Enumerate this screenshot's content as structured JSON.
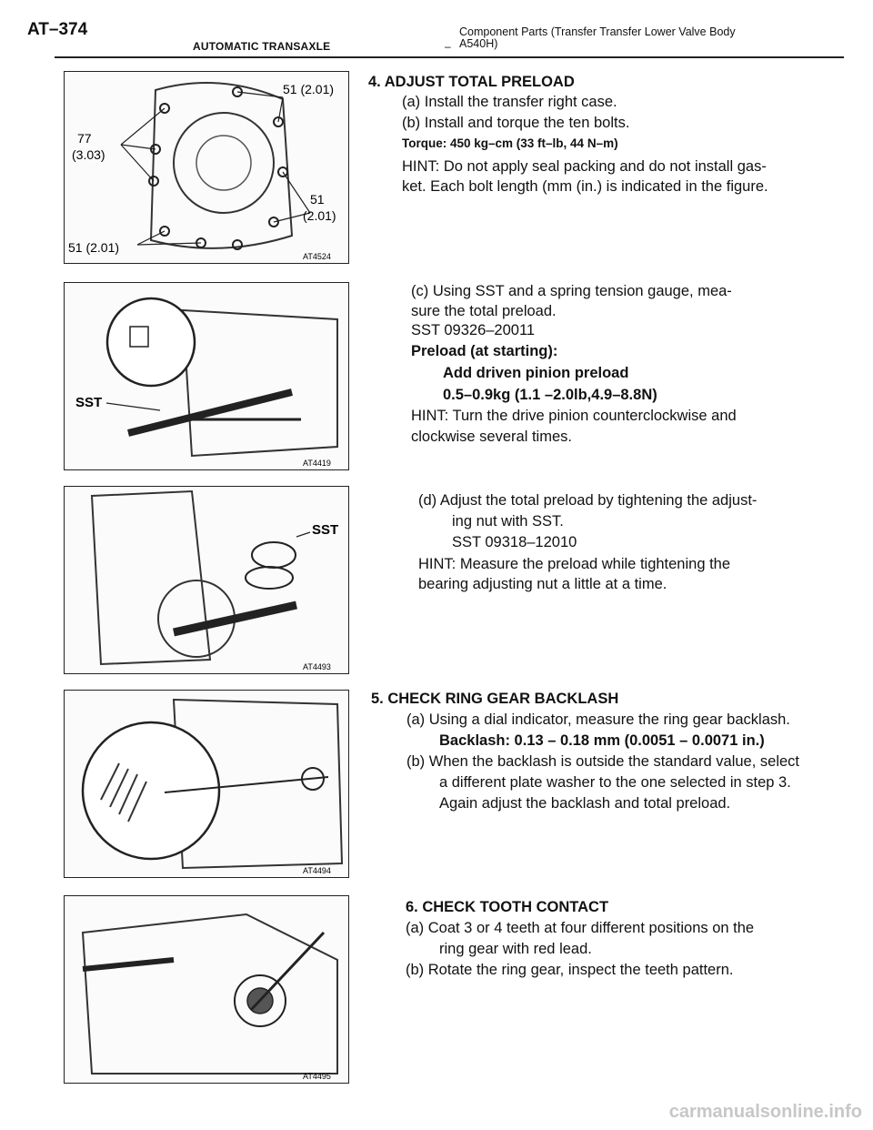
{
  "header": {
    "page_code": "AT–374",
    "section": "AUTOMATIC TRANSAXLE",
    "dash": "–",
    "title": "Component Parts (Transfer Transfer Lower Valve Body A540H)"
  },
  "figures": {
    "fig1": {
      "code": "AT4524",
      "labels": {
        "l77": "77",
        "l303": "(3.03)",
        "l51a": "51 (2.01)",
        "l51b": "51",
        "l51b2": "(2.01)",
        "l51c": "51 (2.01)"
      }
    },
    "fig2": {
      "code": "AT4419",
      "labels": {
        "sst": "SST"
      }
    },
    "fig3": {
      "code": "AT4493",
      "labels": {
        "sst": "SST"
      }
    },
    "fig4": {
      "code": "AT4494"
    },
    "fig5": {
      "code": "AT4495"
    }
  },
  "step4": {
    "heading": "4. ADJUST TOTAL PRELOAD",
    "a": "(a) Install the transfer right case.",
    "b": "(b) Install and torque the ten bolts.",
    "torque": "Torque: 450 kg–cm (33 ft–lb, 44 N–m)",
    "hint1": "HINT: Do not apply seal packing and do not install gas-",
    "hint2": "ket. Each bolt length (mm (in.) is indicated in the figure.",
    "c1": "(c) Using SST and a spring tension gauge, mea-",
    "c2": "sure the total preload.",
    "c_sst": "SST 09326–20011",
    "preload_label": "Preload (at starting):",
    "preload_add": "Add driven pinion preload",
    "preload_value": "0.5–0.9kg (1.1 –2.0lb,4.9–8.8N)",
    "c_hint1": "HINT: Turn the drive pinion counterclockwise and",
    "c_hint2": "clockwise several times.",
    "d1": "(d) Adjust the total preload by tightening the adjust-",
    "d2": "ing nut with SST.",
    "d_sst": "SST 09318–12010",
    "d_hint1": "HINT: Measure the preload while tightening the",
    "d_hint2": "bearing adjusting nut a little at a time."
  },
  "step5": {
    "heading": "5. CHECK RING GEAR BACKLASH",
    "a": "(a) Using a dial indicator, measure the ring gear backlash.",
    "backlash": "Backlash: 0.13 – 0.18 mm (0.0051 – 0.0071 in.)",
    "b1": "(b) When the backlash is outside the standard value, select",
    "b2": "a different plate washer to the one selected in step 3.",
    "b3": "Again adjust the backlash and total preload."
  },
  "step6": {
    "heading": "6. CHECK TOOTH CONTACT",
    "a1": "(a) Coat 3 or 4 teeth at four different positions on the",
    "a2": "ring gear with red lead.",
    "b": "(b) Rotate the ring gear, inspect the teeth pattern."
  },
  "watermark": "carmanualsonline.info"
}
